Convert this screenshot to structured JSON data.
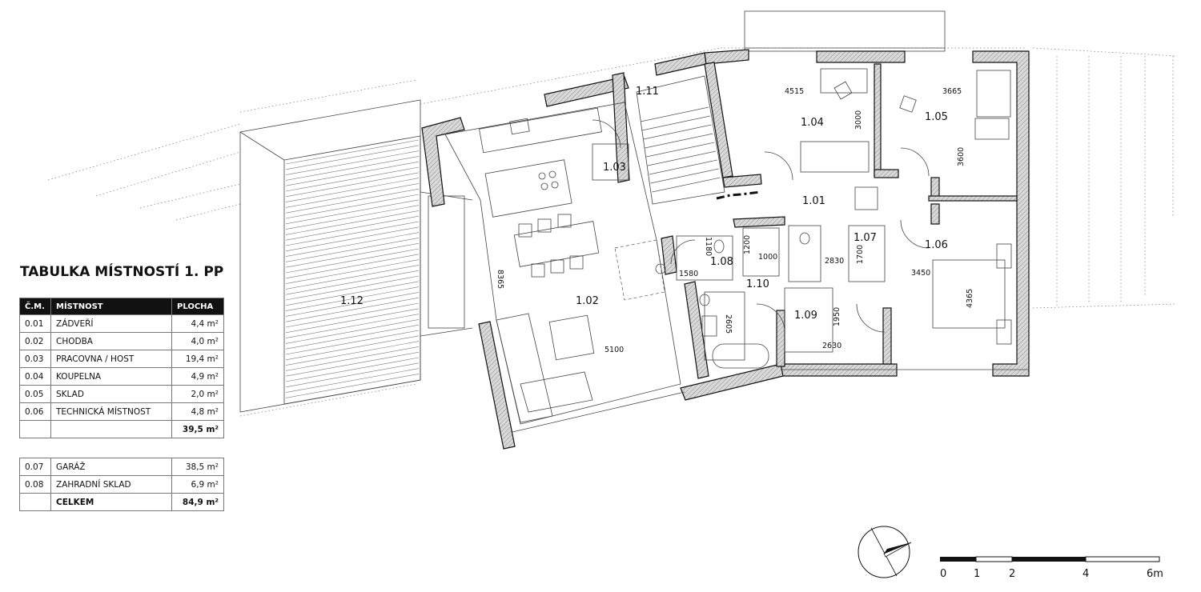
{
  "title": "TABULKA MÍSTNOSTÍ 1. PP",
  "table": {
    "headers": [
      "Č.M.",
      "MÍSTNOST",
      "PLOCHA"
    ],
    "rows": [
      {
        "num": "0.01",
        "name": "ZÁDVEŘÍ",
        "area": "4,4 m²"
      },
      {
        "num": "0.02",
        "name": "CHODBA",
        "area": "4,0 m²"
      },
      {
        "num": "0.03",
        "name": "PRACOVNA / HOST",
        "area": "19,4 m²"
      },
      {
        "num": "0.04",
        "name": "KOUPELNA",
        "area": "4,9 m²"
      },
      {
        "num": "0.05",
        "name": "SKLAD",
        "area": "2,0 m²"
      },
      {
        "num": "0.06",
        "name": "TECHNICKÁ MÍSTNOST",
        "area": "4,8 m²"
      }
    ],
    "subtotal": "39,5 m²",
    "extra_rows": [
      {
        "num": "0.07",
        "name": "GARÁŽ",
        "area": "38,5 m²"
      },
      {
        "num": "0.08",
        "name": "ZAHRADNÍ SKLAD",
        "area": "6,9 m²"
      }
    ],
    "total_label": "CELKEM",
    "total": "84,9 m²"
  },
  "plan": {
    "rooms": {
      "r101": "1.01",
      "r102": "1.02",
      "r103": "1.03",
      "r104": "1.04",
      "r105": "1.05",
      "r106": "1.06",
      "r107": "1.07",
      "r108": "1.08",
      "r109": "1.09",
      "r110": "1.10",
      "r111": "1.11",
      "r112": "1.12"
    },
    "dimensions": {
      "d4515": "4515",
      "d3665": "3665",
      "d3000": "3000",
      "d3600": "3600",
      "d1200": "1200",
      "d1000": "1000",
      "d2830": "2830",
      "d1700": "1700",
      "d1180": "1180",
      "d1580": "1580",
      "d8365": "8365",
      "d3450": "3450",
      "d4365": "4365",
      "d2605": "2605",
      "d1950": "1950",
      "d2630": "2630",
      "d5100": "5100"
    }
  },
  "scale": {
    "labels": [
      "0",
      "1",
      "2",
      "4",
      "6m"
    ]
  }
}
